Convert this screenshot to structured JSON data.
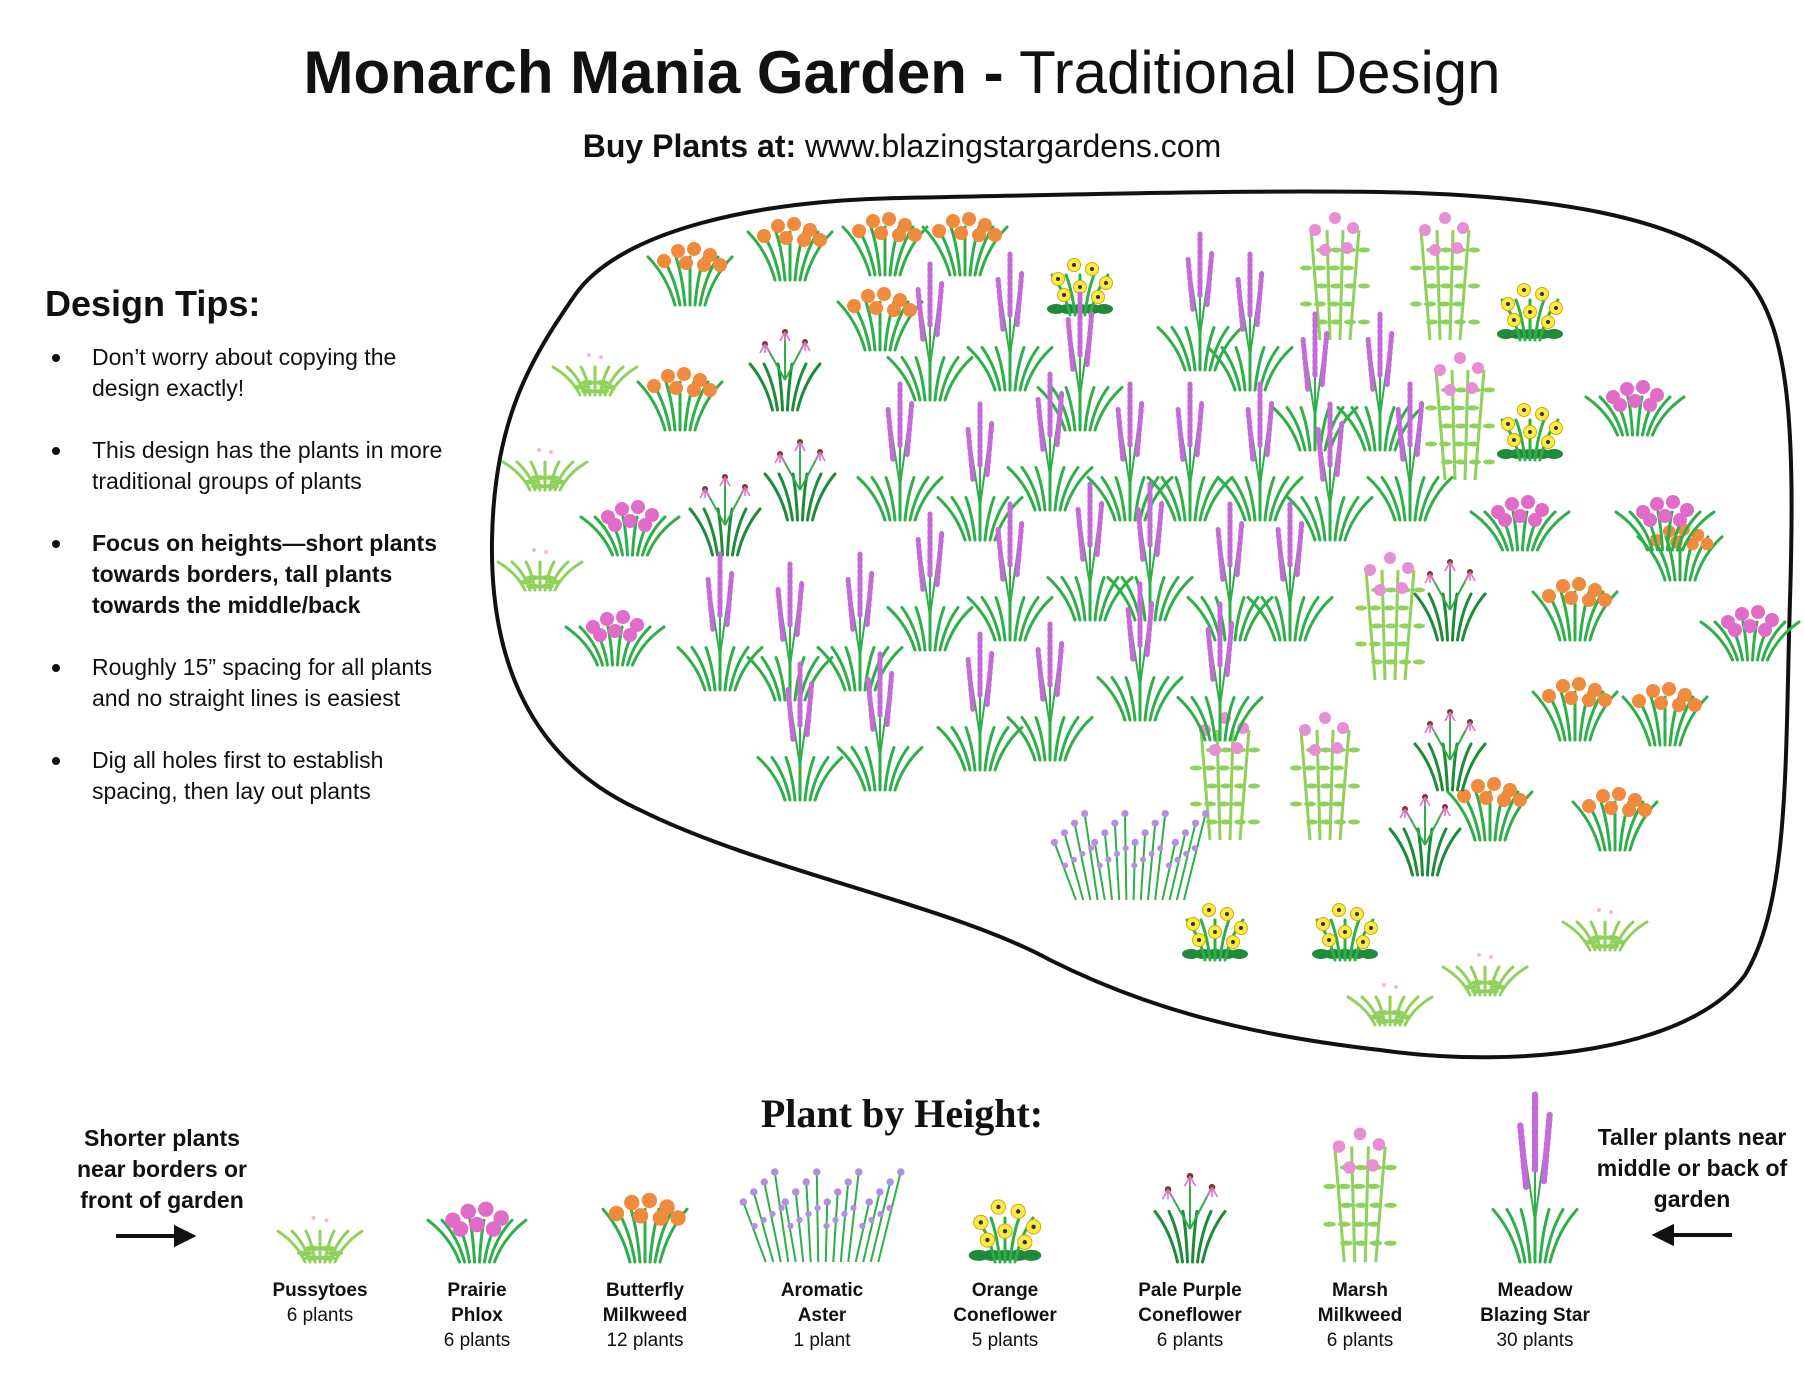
{
  "title": {
    "bold": "Monarch Mania Garden -",
    "light": "Traditional Design"
  },
  "buy": {
    "label": "Buy Plants at:",
    "url": "www.blazingstargardens.com"
  },
  "tips": {
    "heading": "Design Tips:",
    "items": [
      {
        "text": "Don’t worry about copying the design exactly!",
        "bold": false
      },
      {
        "text": "This design has the plants in more traditional groups of plants",
        "bold": false
      },
      {
        "text": "Focus on heights—short plants towards borders, tall plants towards the middle/back",
        "bold": true
      },
      {
        "text": "Roughly 15” spacing for all plants and no straight lines is easiest",
        "bold": false
      },
      {
        "text": "Dig all holes first to establish spacing, then lay out plants",
        "bold": false
      }
    ]
  },
  "legend": {
    "heading": "Plant by Height:",
    "left_note": "Shorter plants near borders or front of garden",
    "right_note": "Taller plants near middle or back of garden",
    "plants": [
      {
        "key": "pussytoes",
        "name_lines": [
          "Pussytoes"
        ],
        "count": "6 plants",
        "icon": "pussytoes-icon"
      },
      {
        "key": "phlox",
        "name_lines": [
          "Prairie",
          "Phlox"
        ],
        "count": "6 plants",
        "icon": "prairie-phlox-icon"
      },
      {
        "key": "butterfly",
        "name_lines": [
          "Butterfly",
          "Milkweed"
        ],
        "count": "12 plants",
        "icon": "butterfly-milkweed-icon"
      },
      {
        "key": "aster",
        "name_lines": [
          "Aromatic",
          "Aster"
        ],
        "count": "1 plant",
        "icon": "aromatic-aster-icon"
      },
      {
        "key": "orange",
        "name_lines": [
          "Orange",
          "Coneflower"
        ],
        "count": "5 plants",
        "icon": "orange-coneflower-icon"
      },
      {
        "key": "purple",
        "name_lines": [
          "Pale Purple",
          "Coneflower"
        ],
        "count": "6 plants",
        "icon": "pale-purple-coneflower-icon"
      },
      {
        "key": "marsh",
        "name_lines": [
          "Marsh",
          "Milkweed"
        ],
        "count": "6 plants",
        "icon": "marsh-milkweed-icon"
      },
      {
        "key": "blazing",
        "name_lines": [
          "Meadow",
          "Blazing Star"
        ],
        "count": "30 plants",
        "icon": "meadow-blazing-star-icon"
      }
    ]
  },
  "colors": {
    "stem": "#2fae4a",
    "stem_dark": "#1f8a39",
    "light_green": "#8fd15a",
    "pink": "#e06bc8",
    "orange": "#f08a3c",
    "yellow": "#ffe84a",
    "lavender": "#b48ee0",
    "purple_spike": "#c46bd8"
  }
}
